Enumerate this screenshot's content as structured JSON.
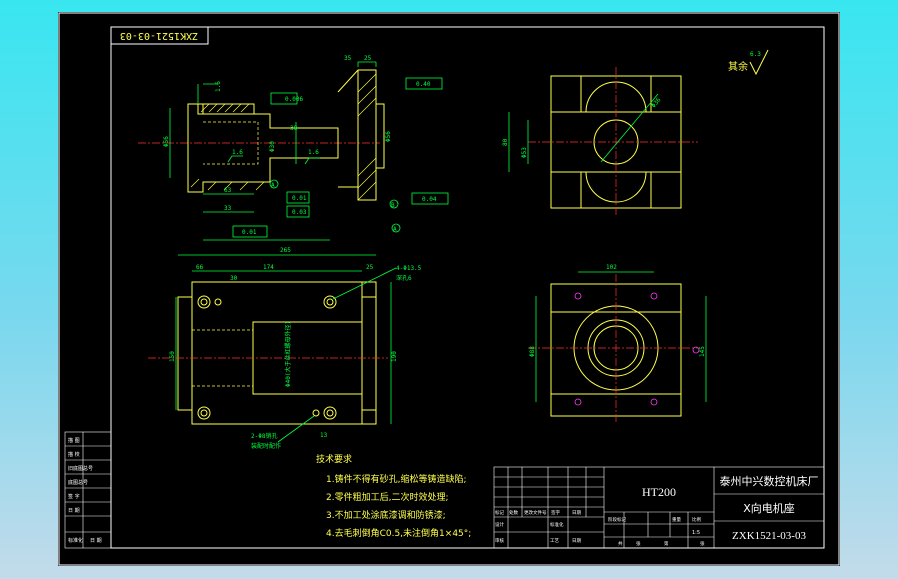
{
  "drawing_code_corner": "ZXK1521-03-03",
  "roughness_note": "其余",
  "roughness_value": "6.3",
  "section_view": {
    "dims": {
      "d_top": "1.6",
      "d_flatness": "0.006",
      "d_35": "35",
      "d_25": "25",
      "d_round": "0.40",
      "d_left": "Φ56",
      "d_mid": "Φ30",
      "d_38": "38",
      "d_16a": "1.6",
      "d_16b": "1.6",
      "d_63": "63",
      "d_33": "33",
      "d_par1": "0.01",
      "d_par2": "0.03",
      "d_par3": "0.04",
      "d_perp": "0.01",
      "d_side": "Φ56",
      "datum_a": "A",
      "datum_b": "B",
      "datum_a2": "A"
    }
  },
  "top_view": {
    "dims": {
      "d_h": "80",
      "d_h2": "Φ53",
      "d_diag": "Φ36"
    }
  },
  "plan_view": {
    "dims": {
      "d_265": "265",
      "d_66": "66",
      "d_174": "174",
      "d_25": "25",
      "d_30": "30",
      "d_left_h": "150",
      "d_right_h": "190",
      "d_note_hole": "4-Φ13.5",
      "d_note_hole2": "深孔6",
      "d_bottom_hole": "2-Φ8销孔",
      "d_bottom_hole2": "装配时配作",
      "d_13": "13",
      "d_inner": "Φ40(大于丝杠螺母外径)"
    }
  },
  "right_view": {
    "dims": {
      "d_102": "102",
      "d_left": "Φ88",
      "d_right": "145"
    }
  },
  "tech_requirements": {
    "title": "技术要求",
    "items": [
      "1.铸件不得有砂孔,缩松等铸造缺陷;",
      "2.零件粗加工后,二次时效处理;",
      "3.不加工处涂底漆调和防锈漆;",
      "4.去毛刺倒角C0.5,未注倒角1×45°;"
    ]
  },
  "side_labels": [
    "描 图",
    "描 校",
    "旧底图总号",
    "底图总号",
    "签 字",
    "日 期",
    "标准化",
    "日 期"
  ],
  "title_block": {
    "material": "HT200",
    "company": "泰州中兴数控机床厂",
    "part_name": "X向电机座",
    "drawing_no": "ZXK1521-03-03",
    "small_labels": [
      "标记",
      "处数",
      "更改文件号",
      "签字",
      "日期",
      "设计",
      "标准化",
      "阶段标记",
      "重量",
      "比例",
      "审核",
      "工艺",
      "日期",
      "共",
      "张",
      "第",
      "张",
      "1:5"
    ]
  }
}
